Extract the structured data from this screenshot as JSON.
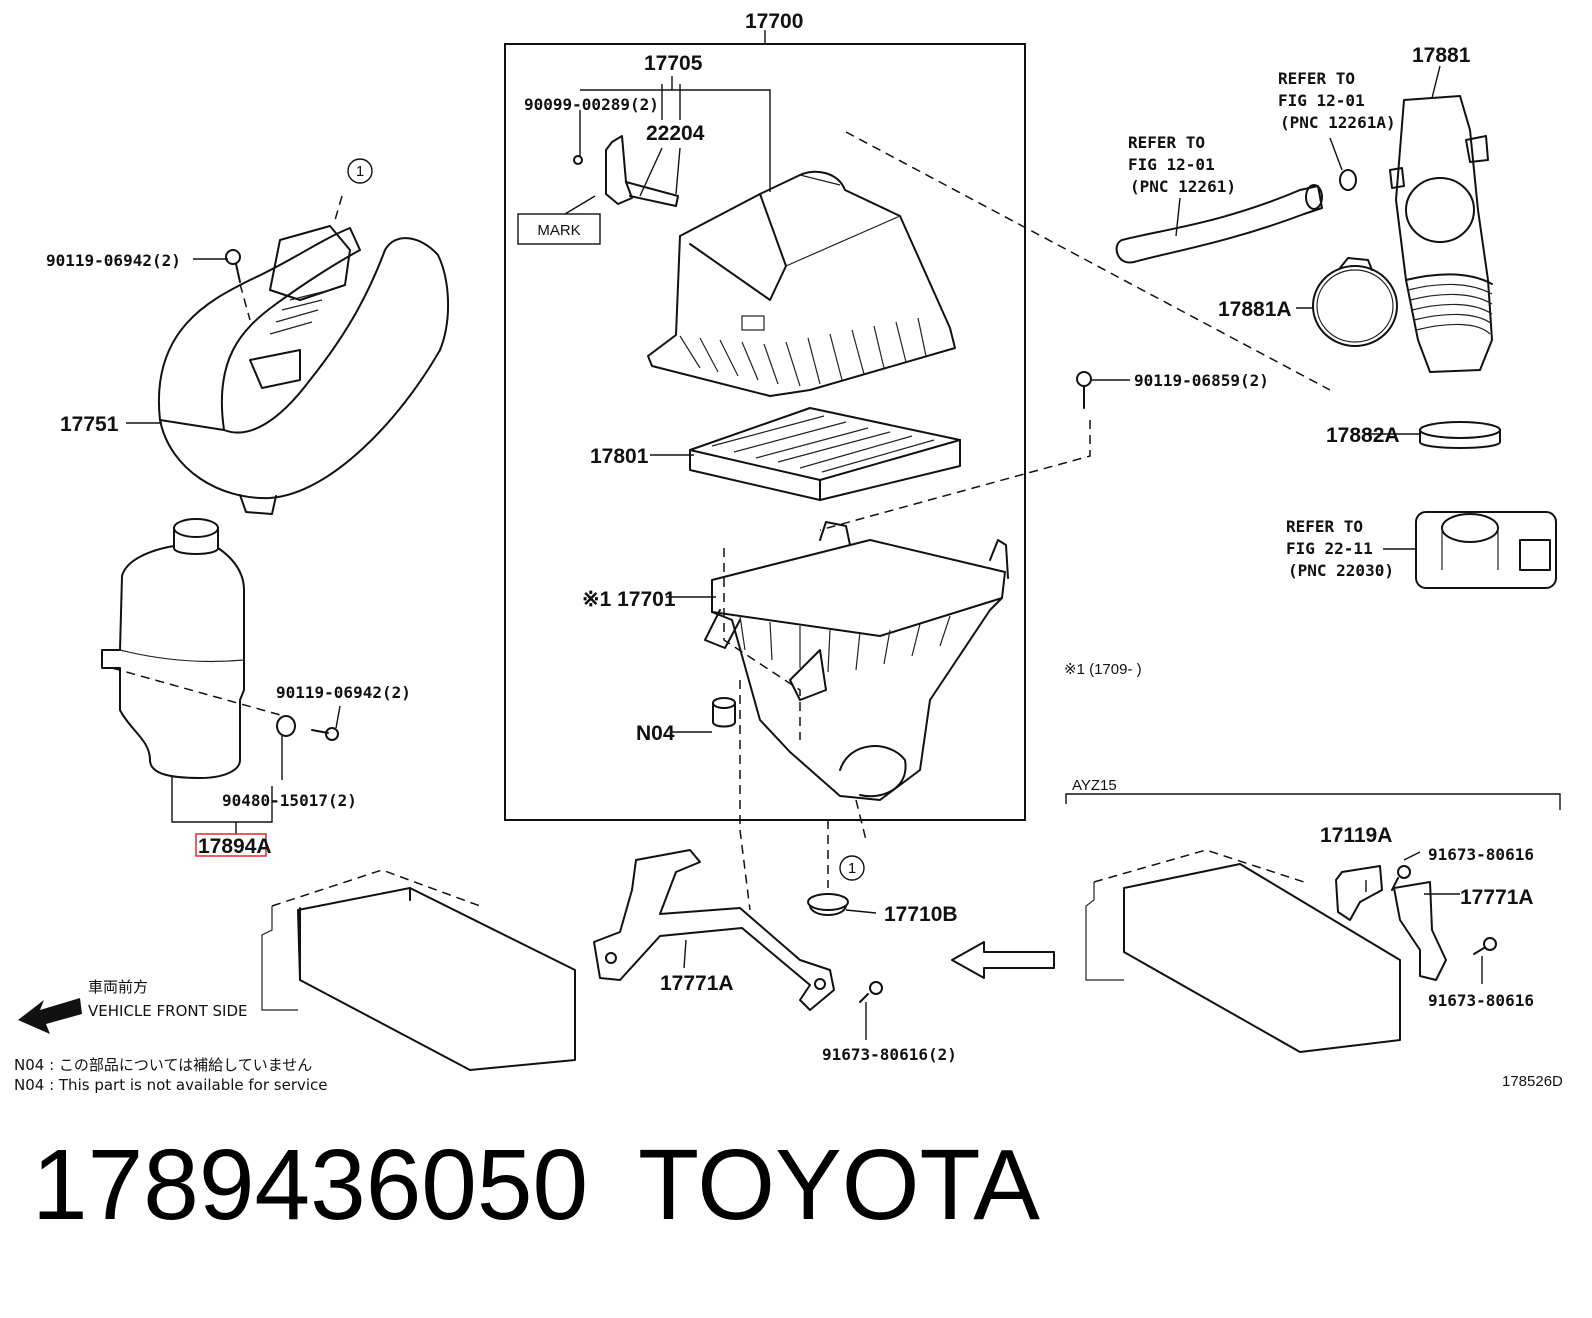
{
  "diagram": {
    "callouts": {
      "assembly_17700": "17700",
      "p17705": "17705",
      "p90099": "90099-00289(2)",
      "p22204": "22204",
      "mark": "MARK",
      "p17881": "17881",
      "refer_a_1": "REFER TO",
      "refer_a_2": "FIG 12-01",
      "refer_a_3": "(PNC 12261A)",
      "refer_b_1": "REFER TO",
      "refer_b_2": "FIG 12-01",
      "refer_b_3": "(PNC 12261)",
      "p17881a": "17881A",
      "p90119_06859": "90119-06859(2)",
      "p17882a": "17882A",
      "refer_c_1": "REFER TO",
      "refer_c_2": "FIG 22-11",
      "refer_c_3": "(PNC 22030)",
      "note_1_range": "※1 (1709-      )",
      "p90119_06942_top": "90119-06942(2)",
      "circle_1_top": "1",
      "p17751": "17751",
      "p17801": "17801",
      "p17701": "※1 17701",
      "p90119_06942_mid": "90119-06942(2)",
      "p90480": "90480-15017(2)",
      "p17894a": "17894A",
      "n04": "N04",
      "circle_1_bottom": "1",
      "ayz15": "AYZ15",
      "p17119a": "17119A",
      "p91673_r1": "91673-80616",
      "p17771a_r": "17771A",
      "p91673_r2": "91673-80616",
      "p17710b": "17710B",
      "p17771a_c": "17771A",
      "p91673_c": "91673-80616(2)",
      "ref_code": "178526D"
    },
    "direction": {
      "jp": "車両前方",
      "en": "VEHICLE FRONT SIDE"
    },
    "notes": {
      "n04_jp": "N04 : この部品については補給していません",
      "n04_en": "N04 : This part is not available for service"
    },
    "highlight_color": "#e8262b"
  },
  "caption": {
    "part_number": "1789436050",
    "brand": "TOYOTA"
  }
}
